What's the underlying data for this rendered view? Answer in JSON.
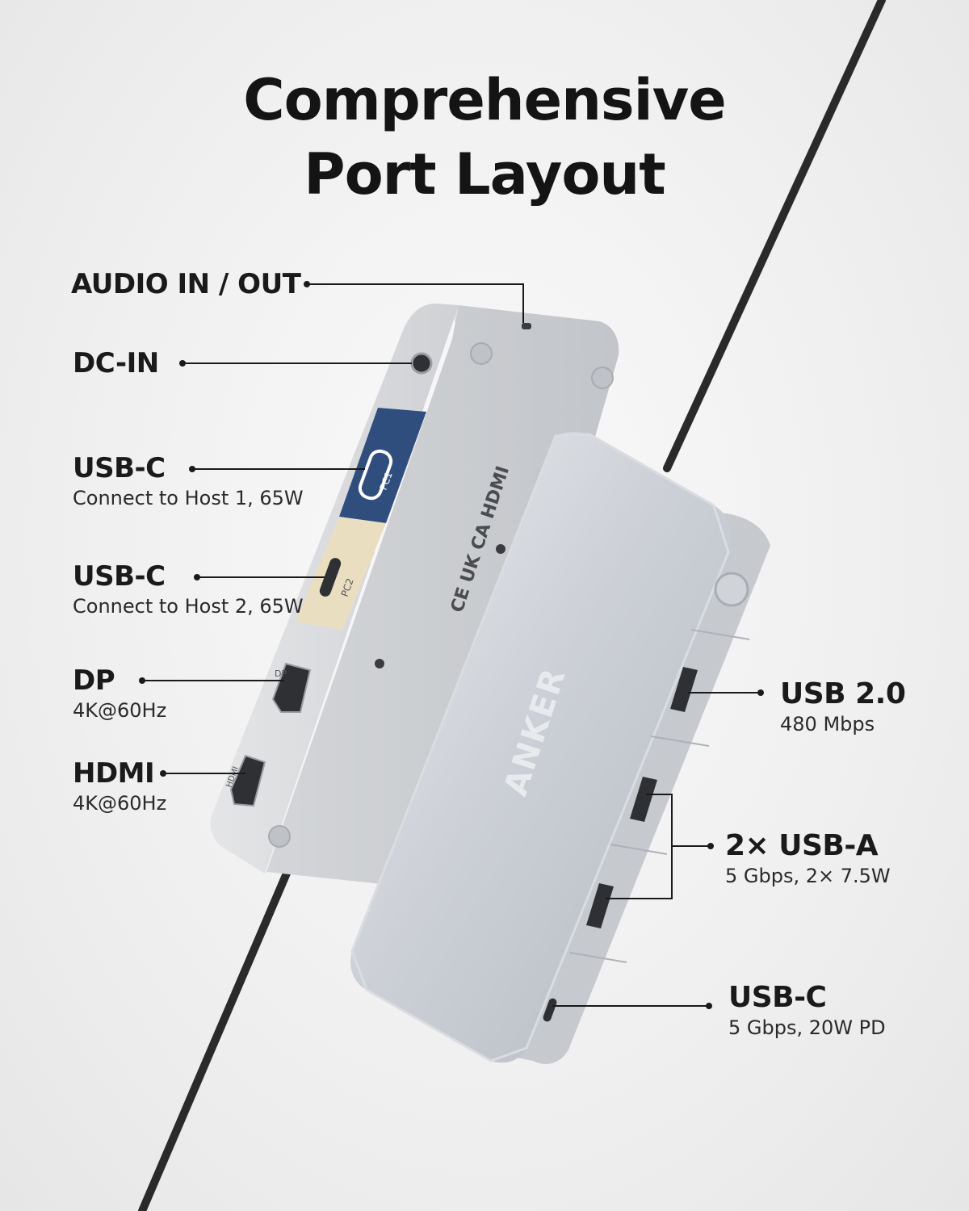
{
  "title": {
    "line1": "Comprehensive",
    "line2": "Port Layout"
  },
  "device_markings": {
    "brand": "ANKER",
    "pc1": "PC1",
    "pc2": "PC2",
    "dp": "DP",
    "hdmi": "HDMI",
    "cert": "CE UK CA HDMI"
  },
  "colors": {
    "pc1_panel": "#2f4e7e",
    "pc2_panel": "#e9dfc0",
    "body": "#c9ccd1",
    "cable": "#2a2a2a"
  },
  "callouts": {
    "audio": {
      "name": "AUDIO IN / OUT"
    },
    "dcin": {
      "name": "DC-IN"
    },
    "usbc1": {
      "name": "USB-C",
      "desc": "Connect to Host 1, 65W"
    },
    "usbc2": {
      "name": "USB-C",
      "desc": "Connect to Host 2, 65W"
    },
    "dp": {
      "name": "DP",
      "desc": "4K@60Hz"
    },
    "hdmi": {
      "name": "HDMI",
      "desc": "4K@60Hz"
    },
    "usb20": {
      "name": "USB 2.0",
      "desc": "480 Mbps"
    },
    "usba": {
      "name": "2× USB-A",
      "desc": "5 Gbps, 2× 7.5W"
    },
    "usbc_front": {
      "name": "USB-C",
      "desc": "5 Gbps, 20W PD"
    }
  }
}
